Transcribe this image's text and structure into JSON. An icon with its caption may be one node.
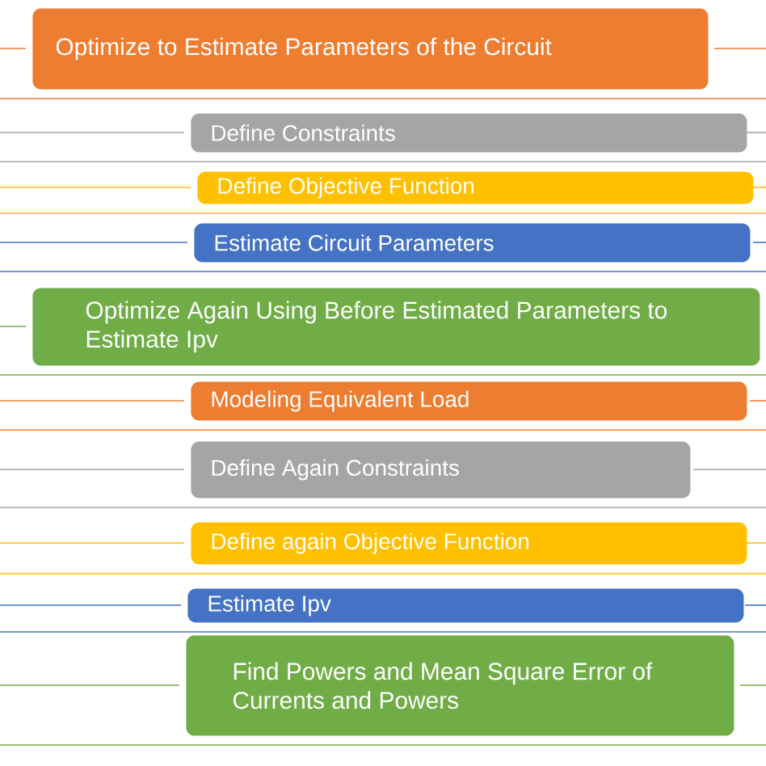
{
  "diagram": {
    "nodes": [
      {
        "text": [
          "Optimize to Estimate Parameters of the Circuit"
        ]
      },
      {
        "text": [
          "Define Constraints"
        ]
      },
      {
        "text": [
          "Define Objective Function"
        ]
      },
      {
        "text": [
          "Estimate Circuit Parameters"
        ]
      },
      {
        "text": [
          "Optimize Again Using Before Estimated Parameters to Estimate Ipv"
        ]
      },
      {
        "text": [
          "Modeling Equivalent Load"
        ]
      },
      {
        "text": [
          "Define Again Constraints"
        ]
      },
      {
        "text": [
          "Define again Objective Function"
        ]
      },
      {
        "text": [
          "Estimate Ipv"
        ]
      },
      {
        "text": [
          "Find Powers and Mean Square Error of Currents and Powers"
        ]
      }
    ]
  }
}
